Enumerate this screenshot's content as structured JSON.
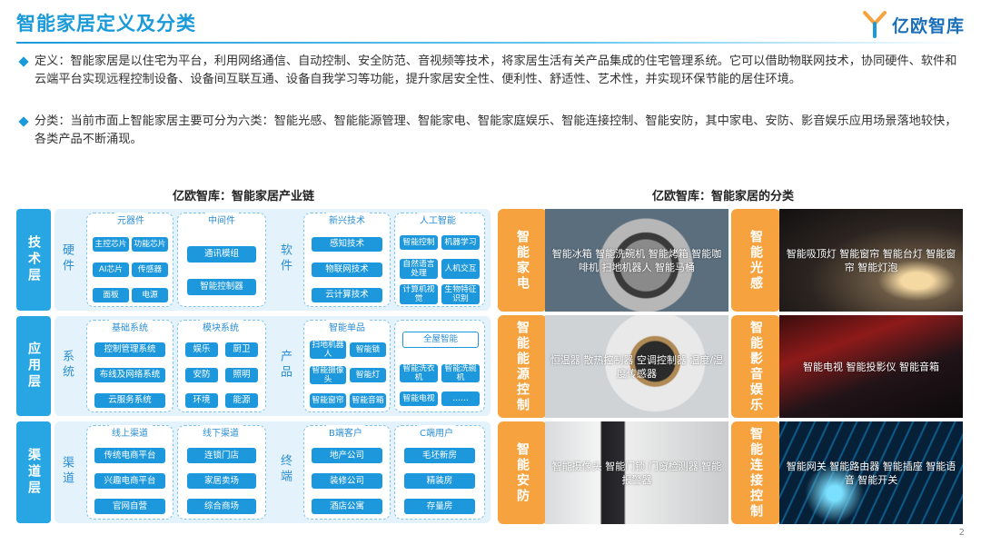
{
  "header": {
    "title": "智能家居定义及分类",
    "logo_text": "亿欧智库"
  },
  "paragraphs": {
    "definition": "定义：智能家居是以住宅为平台，利用网络通信、自动控制、安全防范、音视频等技术，将家居生活有关产品集成的住宅管理系统。它可以借助物联网技术，协同硬件、软件和云端平台实现远程控制设备、设备间互联互通、设备自我学习等功能，提升家居安全性、便利性、舒适性、艺术性，并实现环保节能的居住环境。",
    "classification": "分类：当前市面上智能家居主要可分为六类：智能光感、智能能源管理、智能家电、智能家庭娱乐、智能连接控制、智能安防，其中家电、安防、影音娱乐应用场景落地较快，各类产品不断涌现。"
  },
  "chain": {
    "title": "亿欧智库：智能家居产业链",
    "layers": [
      "技术层",
      "应用层",
      "渠道层"
    ],
    "left_labels": [
      "硬件",
      "系统",
      "渠道"
    ],
    "right_labels": [
      "软件",
      "产品",
      "终端"
    ],
    "groups": {
      "components": {
        "title": "元器件",
        "items": [
          "主控芯片",
          "功能芯片",
          "AI芯片",
          "传感器",
          "面板",
          "电源"
        ]
      },
      "middleware": {
        "title": "中间件",
        "items": [
          "通讯模组",
          "智能控制器"
        ]
      },
      "emerging": {
        "title": "新兴技术",
        "items": [
          "感知技术",
          "物联网技术",
          "云计算技术"
        ]
      },
      "ai": {
        "title": "人工智能",
        "items": [
          "智能控制",
          "机器学习",
          "自然语言处理",
          "人机交互",
          "计算机视觉",
          "生物特征识别"
        ]
      },
      "basic_system": {
        "title": "基础系统",
        "items": [
          "控制管理系统",
          "布线及网络系统",
          "云服务系统"
        ]
      },
      "module_system": {
        "title": "模块系统",
        "items": [
          "娱乐",
          "厨卫",
          "安防",
          "照明",
          "环境",
          "能源"
        ]
      },
      "single_products": {
        "title": "智能单品",
        "items": [
          "扫地机器人",
          "智能锁",
          "智能摄像头",
          "智能灯",
          "智能窗帘",
          "智能音箱"
        ]
      },
      "whole_house": {
        "title": "全屋智能",
        "items": [
          "智能洗衣机",
          "智能洗碗机",
          "智能电视",
          "……"
        ]
      },
      "online": {
        "title": "线上渠道",
        "items": [
          "传统电商平台",
          "兴趣电商平台",
          "官网自营"
        ]
      },
      "offline": {
        "title": "线下渠道",
        "items": [
          "连锁门店",
          "家居卖场",
          "综合商场"
        ]
      },
      "b_end": {
        "title": "B端客户",
        "items": [
          "地产公司",
          "装修公司",
          "酒店公寓"
        ]
      },
      "c_end": {
        "title": "C端用户",
        "items": [
          "毛坯新房",
          "精装房",
          "存量房"
        ]
      }
    }
  },
  "classes": {
    "title": "亿欧智库：智能家居的分类",
    "items": [
      {
        "label": "智能家电",
        "products": "智能冰箱 智能洗碗机 智能烤箱 智能咖啡机 扫地机器人 智能马桶"
      },
      {
        "label": "智能光感",
        "products": "智能吸顶灯 智能窗帘 智能台灯 智能窗帘 智能灯泡"
      },
      {
        "label": "智能能源控制",
        "products": "恒温器 散热控制器 空调控制器 温度/湿度传感器"
      },
      {
        "label": "智能影音娱乐",
        "products": "智能电视 智能投影仪 智能音箱"
      },
      {
        "label": "智能安防",
        "products": "智能摄像头 智能门锁 门窗检测器 智能报警器"
      },
      {
        "label": "智能连接控制",
        "products": "智能网关 智能路由器 智能插座 智能语音 智能开关"
      }
    ]
  },
  "footer": {
    "page_number": "2"
  },
  "colors": {
    "primary_blue": "#1a9ad9",
    "chip_blue": "#1e98dc",
    "layer_blue": "#28a6e3",
    "orange": "#f6a23e"
  }
}
